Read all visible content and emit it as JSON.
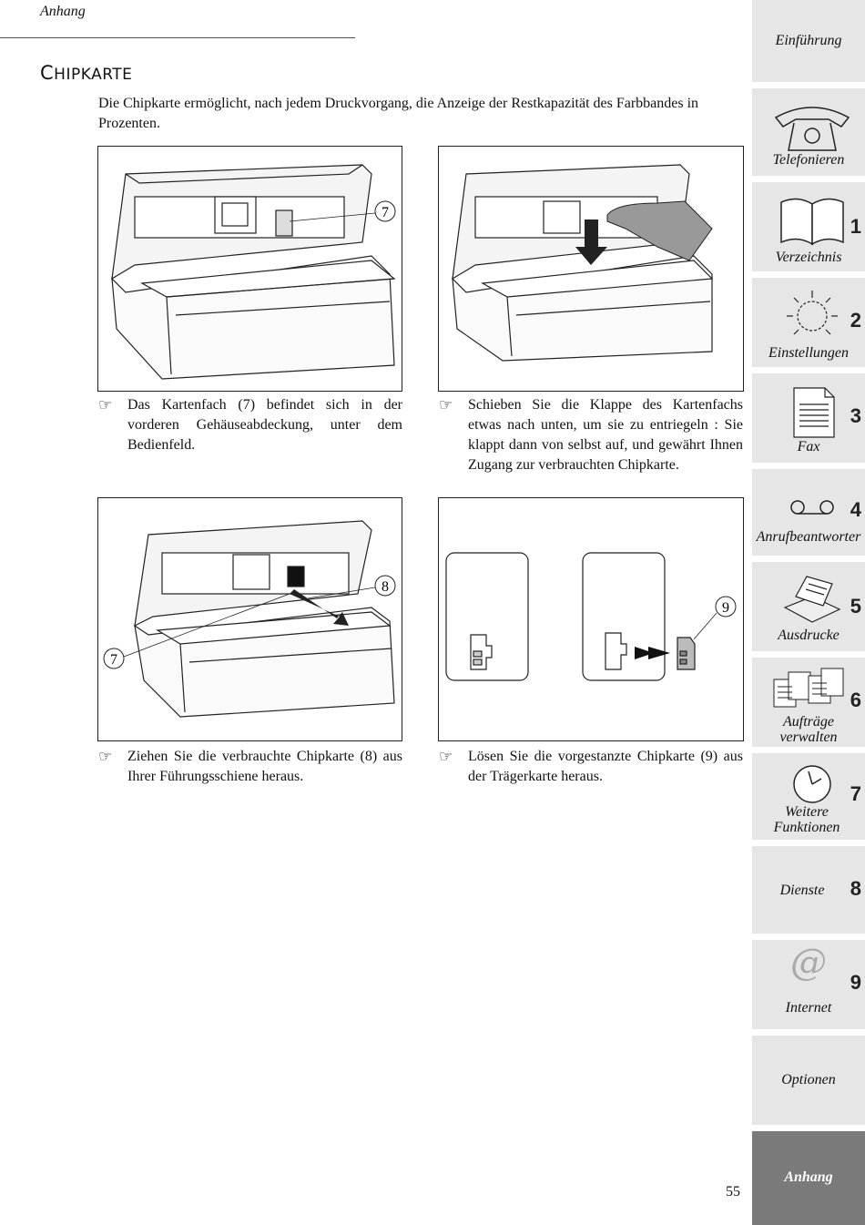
{
  "header": {
    "section": "Anhang"
  },
  "title": "Chipkarte",
  "title_first": "C",
  "title_rest": "HIPKARTE",
  "intro": "Die Chipkarte ermöglicht, nach jedem Druckvorgang, die Anzeige der Restkapazität des Farbbandes in Prozenten.",
  "figures": [
    {
      "callouts": [
        "7"
      ]
    },
    {
      "callouts": []
    },
    {
      "callouts": [
        "8",
        "7"
      ]
    },
    {
      "callouts": [
        "9"
      ]
    }
  ],
  "instructions": [
    {
      "icon": "pointing-hand-icon",
      "text": "Das Kartenfach (7) befindet sich in der vorderen Gehäuseabdeckung, unter dem Bedienfeld."
    },
    {
      "icon": "pointing-hand-icon",
      "text": "Schieben Sie die Klappe des Kartenfachs etwas nach unten, um sie zu entriegeln : Sie klappt dann von selbst auf, und gewährt Ihnen Zugang zur verbrauchten Chipkarte."
    },
    {
      "icon": "pointing-hand-icon",
      "text": "Ziehen Sie die verbrauchte Chipkarte (8) aus Ihrer Führungsschiene heraus."
    },
    {
      "icon": "pointing-hand-icon",
      "text": "Lösen Sie die vorgestanzte Chipkarte (9) aus der Trägerkarte heraus."
    }
  ],
  "page_number": "55",
  "sidebar": {
    "tabs": [
      {
        "label": "Einführung",
        "number": "",
        "icon": ""
      },
      {
        "label": "Telefonieren",
        "number": "",
        "icon": "telephone-icon"
      },
      {
        "label": "Verzeichnis",
        "number": "1",
        "icon": "book-icon"
      },
      {
        "label": "Einstellungen",
        "number": "2",
        "icon": "lightbulb-icon"
      },
      {
        "label": "Fax",
        "number": "3",
        "icon": "document-icon"
      },
      {
        "label": "Anrufbeantworter",
        "number": "4",
        "icon": "cassette-icon"
      },
      {
        "label": "Ausdrucke",
        "number": "5",
        "icon": "printer-icon"
      },
      {
        "label": "Aufträge verwalten",
        "number": "6",
        "icon": "documents-icon"
      },
      {
        "label": "Weitere Funktionen",
        "number": "7",
        "icon": "clock-icon"
      },
      {
        "label": "Dienste",
        "number": "8",
        "icon": ""
      },
      {
        "label": "Internet",
        "number": "9",
        "icon": "at-icon"
      },
      {
        "label": "Optionen",
        "number": "",
        "icon": ""
      },
      {
        "label": "Anhang",
        "number": "",
        "icon": "",
        "active": true
      }
    ],
    "colors": {
      "tab_bg": "#e6e6e6",
      "active_bg": "#7a7a7a"
    }
  }
}
